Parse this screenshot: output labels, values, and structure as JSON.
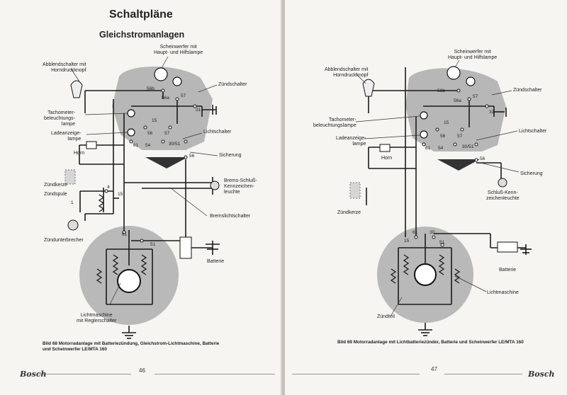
{
  "page_left": {
    "heading": "Schaltpläne",
    "subheading": "Gleichstromanlagen",
    "labels": {
      "scheinwerfer": "Scheinwerfer mit\nHaupt- und Hilfslampe",
      "abblend": "Abblendschalter mit\nHorndruckknopf",
      "zuendschalter": "Zündschalter",
      "tacho": "Tachometer-\nbeleuchtungs-\nlampe",
      "ladeanzeige": "Ladeanzeige-\nlampe",
      "lichtschalter": "Lichtschalter",
      "sicherung": "Sicherung",
      "horn": "Horn",
      "brems_schluss": "Brems-Schluß-\nKennzeichen-\nleuchte",
      "zuendkerze": "Zündkerze",
      "zuendspule": "Zündspule",
      "bremslichtschalter": "Bremslichtschalter",
      "zuendunterbrecher": "Zündunterbrecher",
      "batterie": "Batterie",
      "lichtmaschine": "Lichtmaschine\nmit Reglerschalter"
    },
    "terminals": [
      "56b",
      "56a",
      "57",
      "31",
      "15",
      "56",
      "57",
      "61",
      "54",
      "30/51",
      "56",
      "4",
      "15",
      "1",
      "61",
      "51"
    ],
    "caption": "Bild 68  Motorradanlage mit Batteriezündung, Gleichstrom-Lichtmaschine, Batterie\nund Scheinwerfer LE/MTA 160",
    "page_number": "46",
    "logo": "Bosch"
  },
  "page_right": {
    "labels": {
      "scheinwerfer": "Scheinwerfer mit\nHaupt- und Hilfslampe",
      "abblend": "Abblendschalter mit\nHorndruckknopf",
      "zuendschalter": "Zündschalter",
      "tacho": "Tachometer-\nbeleuchtungslampe",
      "ladeanzeige": "Ladeanzeige-\nlampe",
      "lichtschalter": "Lichtschalter",
      "sicherung": "Sicherung",
      "horn": "Horn",
      "schluss": "Schluß-Kenn-\nzeichenleuchte",
      "zuendkerze": "Zündkerze",
      "batterie": "Batterie",
      "lichtmaschine": "Lichtmaschine",
      "zuendteil": "Zündteil"
    },
    "terminals": [
      "56b",
      "56a",
      "57",
      "31",
      "15",
      "56",
      "57",
      "61",
      "54",
      "30/51",
      "56",
      "61",
      "30",
      "15",
      "51"
    ],
    "caption": "Bild 69  Motorradanlage mit Lichtbatteriezünder, Batterie und Scheinwerfer LE/MTA 160",
    "page_number": "47",
    "logo": "Bosch"
  }
}
